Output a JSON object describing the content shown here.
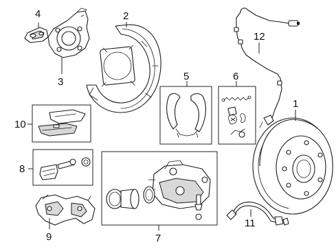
{
  "callouts": {
    "c1": "1",
    "c2": "2",
    "c3": "3",
    "c4": "4",
    "c5": "5",
    "c6": "6",
    "c7": "7",
    "c8": "8",
    "c9": "9",
    "c10": "10",
    "c11": "11",
    "c12": "12"
  },
  "colors": {
    "line": "#1a1a1a",
    "part_fill": "#ffffff",
    "shade": "#d8d8d8",
    "background": "#ffffff"
  }
}
